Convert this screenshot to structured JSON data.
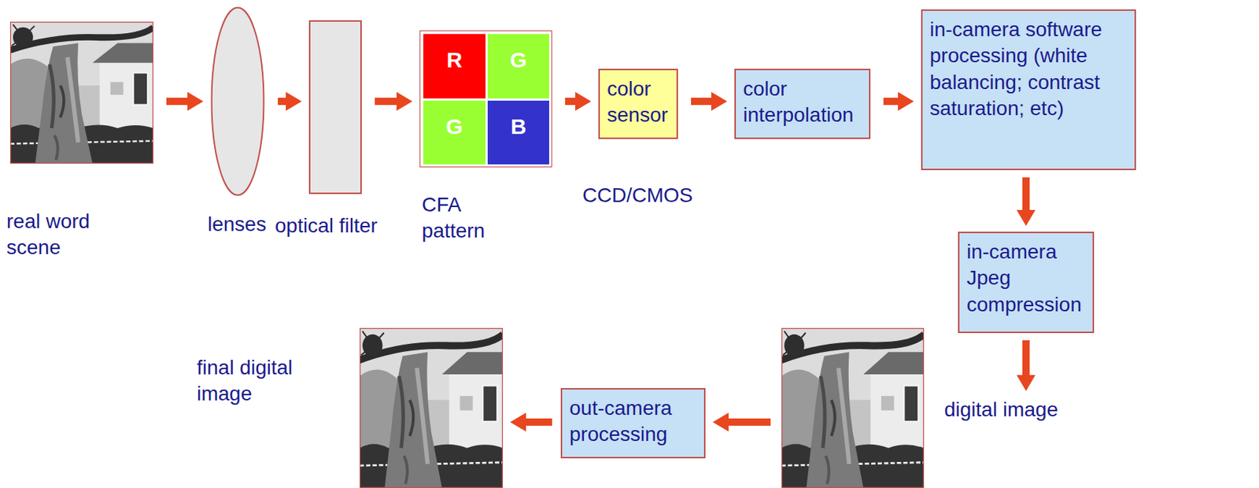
{
  "diagram": {
    "nodes": [
      {
        "text": [
          "real word scene"
        ]
      },
      {
        "text": [
          "lenses"
        ]
      },
      {
        "text": [
          "optical filter"
        ]
      },
      {
        "text": [
          "CFA pattern"
        ]
      },
      {
        "text": [
          "R"
        ],
        "in": 3
      },
      {
        "text": [
          "G"
        ],
        "in": 3
      },
      {
        "text": [
          "G"
        ],
        "in": 3
      },
      {
        "text": [
          "B"
        ],
        "in": 3
      },
      {
        "text": [
          "color sensor",
          "CCD/CMOS"
        ]
      },
      {
        "text": [
          "color interpolation"
        ]
      },
      {
        "text": [
          "in-camera software processing (white balancing; contrast saturation; etc)"
        ]
      },
      {
        "text": [
          "in-camera Jpeg compression"
        ]
      },
      {
        "text": [
          "digital image"
        ]
      },
      {
        "text": [
          "out-camera processing"
        ]
      },
      {
        "text": [
          "final digital image"
        ]
      }
    ],
    "edges": [
      {
        "from": 0,
        "to": 1,
        "arrow": "to"
      },
      {
        "from": 1,
        "to": 2,
        "arrow": "to"
      },
      {
        "from": 2,
        "to": 3,
        "arrow": "to"
      },
      {
        "from": 3,
        "to": 8,
        "arrow": "to"
      },
      {
        "from": 8,
        "to": 9,
        "arrow": "to"
      },
      {
        "from": 9,
        "to": 10,
        "arrow": "to"
      },
      {
        "from": 10,
        "to": 11,
        "arrow": "to"
      },
      {
        "from": 11,
        "to": 12,
        "arrow": "to"
      },
      {
        "from": 12,
        "to": 13,
        "arrow": "to"
      },
      {
        "from": 13,
        "to": 14,
        "arrow": "to"
      }
    ]
  }
}
